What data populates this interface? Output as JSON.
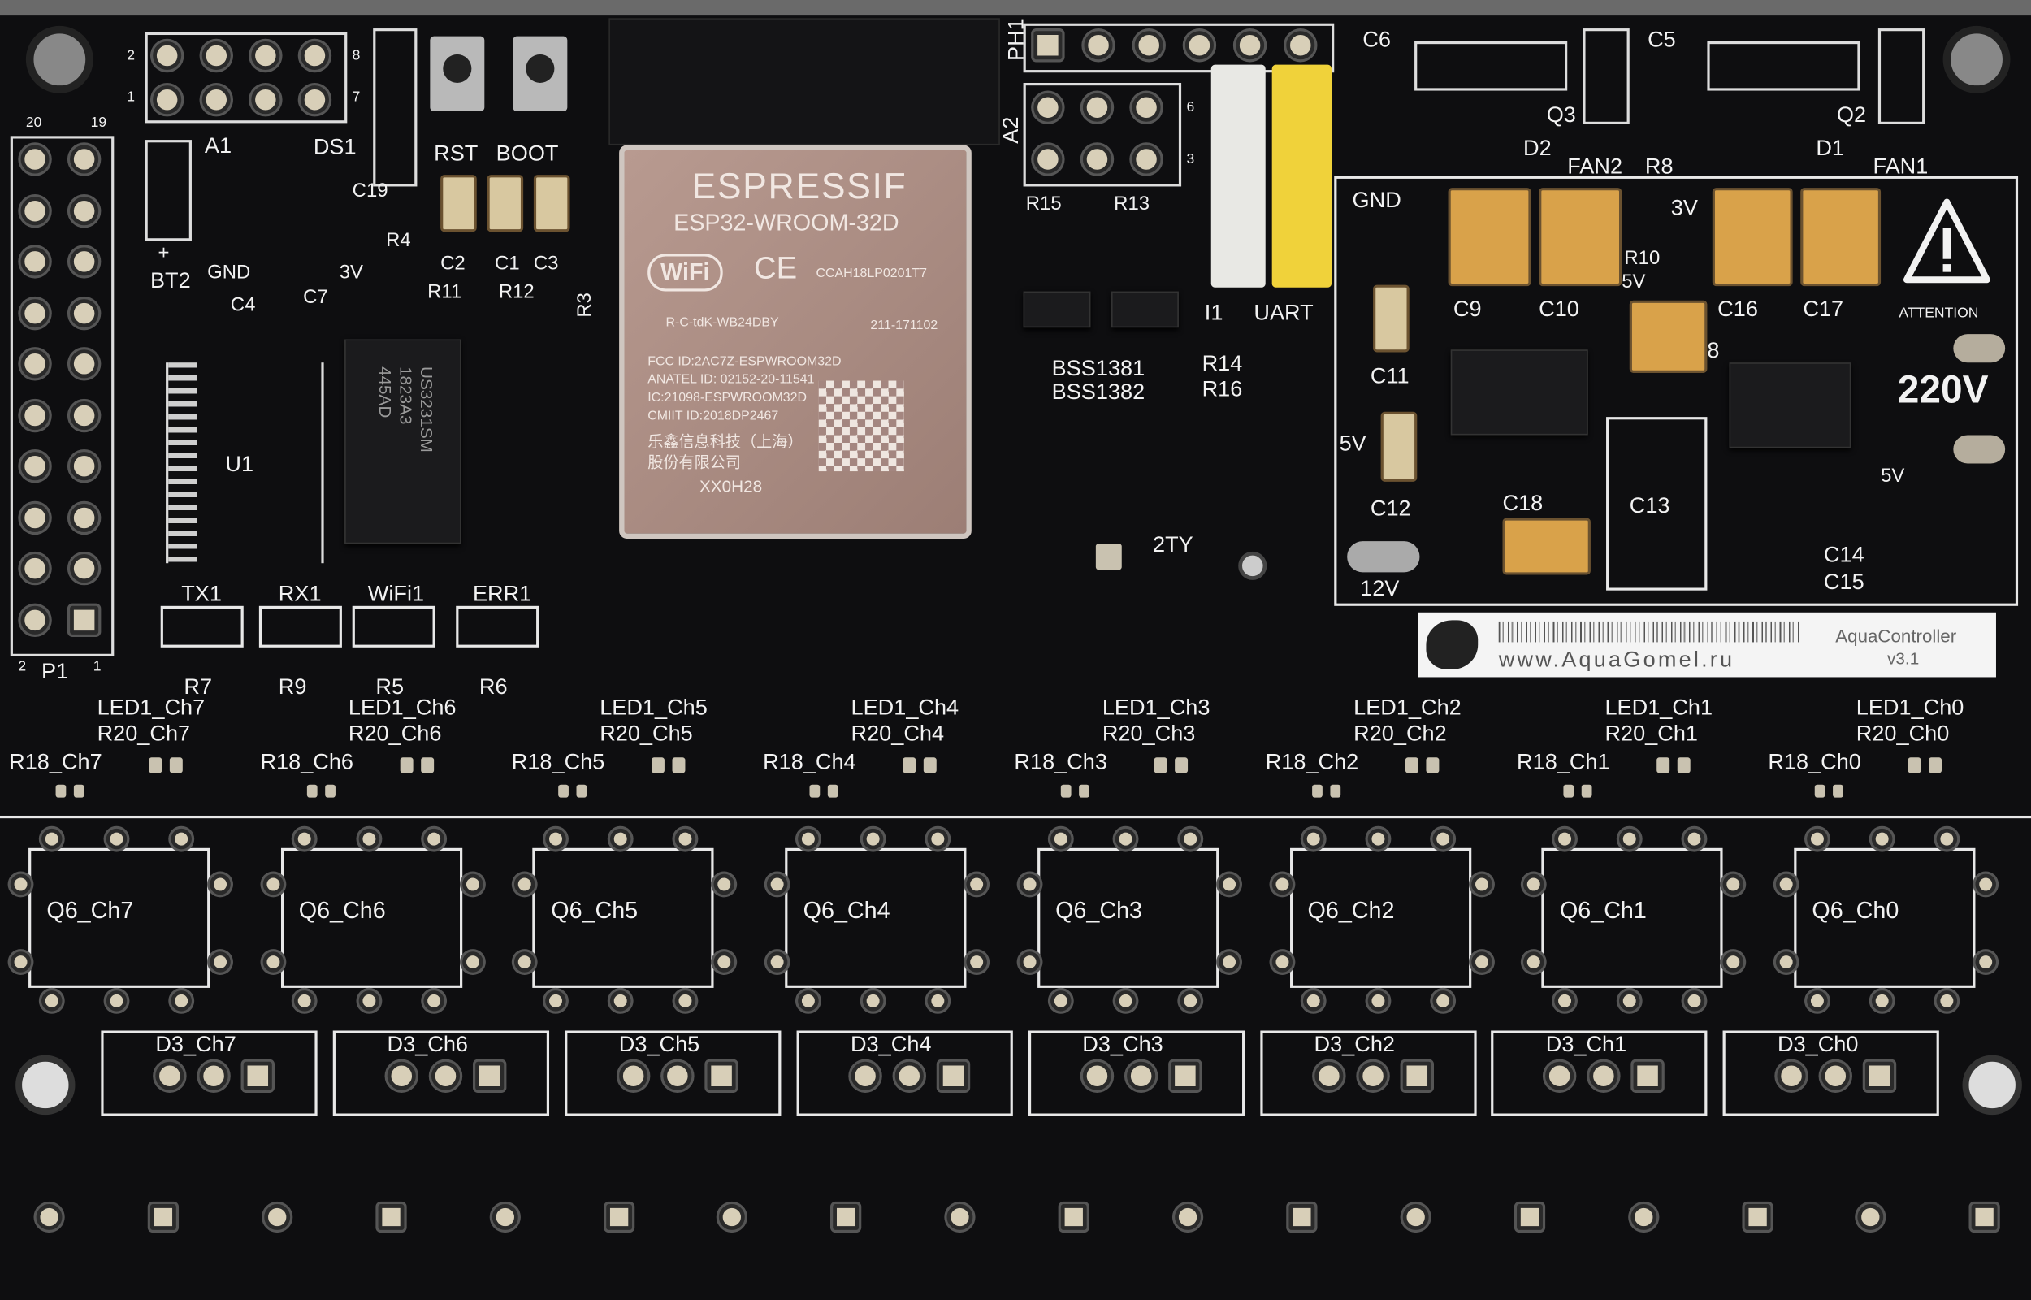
{
  "esp_module": {
    "brand": "ESPRESSIF",
    "model": "ESP32-WROOM-32D",
    "wifi_logo": "WiFi",
    "ce_mark": "CE",
    "cert_code": "CCAH18LP0201T7",
    "kc_code": "R-C-tdK-WB24DBY",
    "telec_code": "211-171102",
    "fcc_id": "FCC ID:2AC7Z-ESPWROOM32D",
    "anatel_id": "ANATEL ID: 02152-20-11541",
    "ic_id": "IC:21098-ESPWROOM32D",
    "cmiit_id": "CMIIT ID:2018DP2467",
    "company_line1": "乐鑫信息科技（上海）",
    "company_line2": "股份有限公司",
    "lot": "XX0H28"
  },
  "ic_marking": [
    "US3231SM",
    "1823A3",
    "445AD"
  ],
  "sticker": {
    "url": "www.AquaGomel.ru",
    "product": "AquaController",
    "version": "v3.1"
  },
  "silkscreen": {
    "p1": "P1",
    "p1_20": "20",
    "p1_19": "19",
    "p1_2": "2",
    "p1_1": "1",
    "ds_2": "2",
    "ds_1": "1",
    "ds_8": "8",
    "ds_7": "7",
    "a1": "A1",
    "ds1": "DS1",
    "rst": "RST",
    "boot": "BOOT",
    "c19": "C19",
    "r4": "R4",
    "bt2": "BT2",
    "plus": "+",
    "gnd": "GND",
    "v3": "3V",
    "c4": "C4",
    "c7": "C7",
    "c2": "C2",
    "c1": "C1",
    "c3": "C3",
    "r11": "R11",
    "r12": "R12",
    "r3": "R3",
    "u1": "U1",
    "tx1": "TX1",
    "rx1": "RX1",
    "wifi1": "WiFi1",
    "err1": "ERR1",
    "r7": "R7",
    "r9": "R9",
    "r5": "R5",
    "r6": "R6",
    "ph1": "PH1",
    "a2": "A2",
    "a2_6": "6",
    "a2_3": "3",
    "r15": "R15",
    "r13": "R13",
    "bss1381": "BSS1381",
    "bss1382": "BSS1382",
    "r14": "R14",
    "r16": "R16",
    "i1": "I1",
    "uart": "UART",
    "tty": "2TY",
    "c6": "C6",
    "c5": "C5",
    "q3": "Q3",
    "q2": "Q2",
    "d2": "D2",
    "d1": "D1",
    "fan2": "FAN2",
    "r8": "R8",
    "fan1": "FAN1",
    "pgnd": "GND",
    "p3v": "3V",
    "r10": "R10",
    "p5v_a": "5V",
    "c9": "C9",
    "c10": "C10",
    "c16": "C16",
    "c17": "C17",
    "attention": "ATTENTION",
    "v220": "220V",
    "c11": "C11",
    "c8": "8",
    "p5v_b": "5V",
    "c12": "C12",
    "c18": "C18",
    "c13": "C13",
    "p5v_c": "5V",
    "c14": "C14",
    "c15": "C15",
    "v12": "12V"
  },
  "channels": [
    {
      "led": "LED1_Ch7",
      "r20": "R20_Ch7",
      "r18": "R18_Ch7",
      "q6": "Q6_Ch7",
      "d3": "D3_Ch7"
    },
    {
      "led": "LED1_Ch6",
      "r20": "R20_Ch6",
      "r18": "R18_Ch6",
      "q6": "Q6_Ch6",
      "d3": "D3_Ch6"
    },
    {
      "led": "LED1_Ch5",
      "r20": "R20_Ch5",
      "r18": "R18_Ch5",
      "q6": "Q6_Ch5",
      "d3": "D3_Ch5"
    },
    {
      "led": "LED1_Ch4",
      "r20": "R20_Ch4",
      "r18": "R18_Ch4",
      "q6": "Q6_Ch4",
      "d3": "D3_Ch4"
    },
    {
      "led": "LED1_Ch3",
      "r20": "R20_Ch3",
      "r18": "R18_Ch3",
      "q6": "Q6_Ch3",
      "d3": "D3_Ch3"
    },
    {
      "led": "LED1_Ch2",
      "r20": "R20_Ch2",
      "r18": "R18_Ch2",
      "q6": "Q6_Ch2",
      "d3": "D3_Ch2"
    },
    {
      "led": "LED1_Ch1",
      "r20": "R20_Ch1",
      "r18": "R18_Ch1",
      "q6": "Q6_Ch1",
      "d3": "D3_Ch1"
    },
    {
      "led": "LED1_Ch0",
      "r20": "R20_Ch0",
      "r18": "R18_Ch0",
      "q6": "Q6_Ch0",
      "d3": "D3_Ch0"
    }
  ],
  "colors": {
    "pcb": "#0e0e10",
    "silkscreen": "#f2f2f2",
    "module_shield": "#a98a80",
    "pad": "#d8cfb8",
    "capacitor": "#d9a24a",
    "header_yellow": "#f0d23a"
  }
}
